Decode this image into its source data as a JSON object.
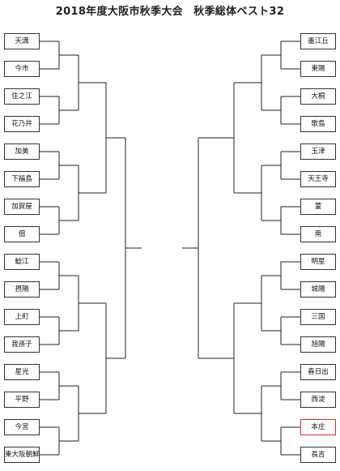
{
  "title": "2018年度大阪市秋季大会　秋季総体ベスト32",
  "left_teams": [
    "天満",
    "今市",
    "住之江",
    "花乃井",
    "加美",
    "下福島",
    "加賀屋",
    "佃",
    "鯰江",
    "摂陽",
    "上町",
    "我孫子",
    "星光",
    "平野",
    "今宮",
    "東大阪朝鮮"
  ],
  "right_teams": [
    "墨江丘",
    "東陽",
    "大桐",
    "歌島",
    "玉津",
    "天王寺",
    "菫",
    "南",
    "明星",
    "城陽",
    "三国",
    "旭陽",
    "春日出",
    "西淀",
    "本庄",
    "長吉"
  ],
  "highlighted_team": "本庄",
  "colors": {
    "line": "#222222",
    "box_border": "#333333",
    "highlight": "#d93030"
  }
}
